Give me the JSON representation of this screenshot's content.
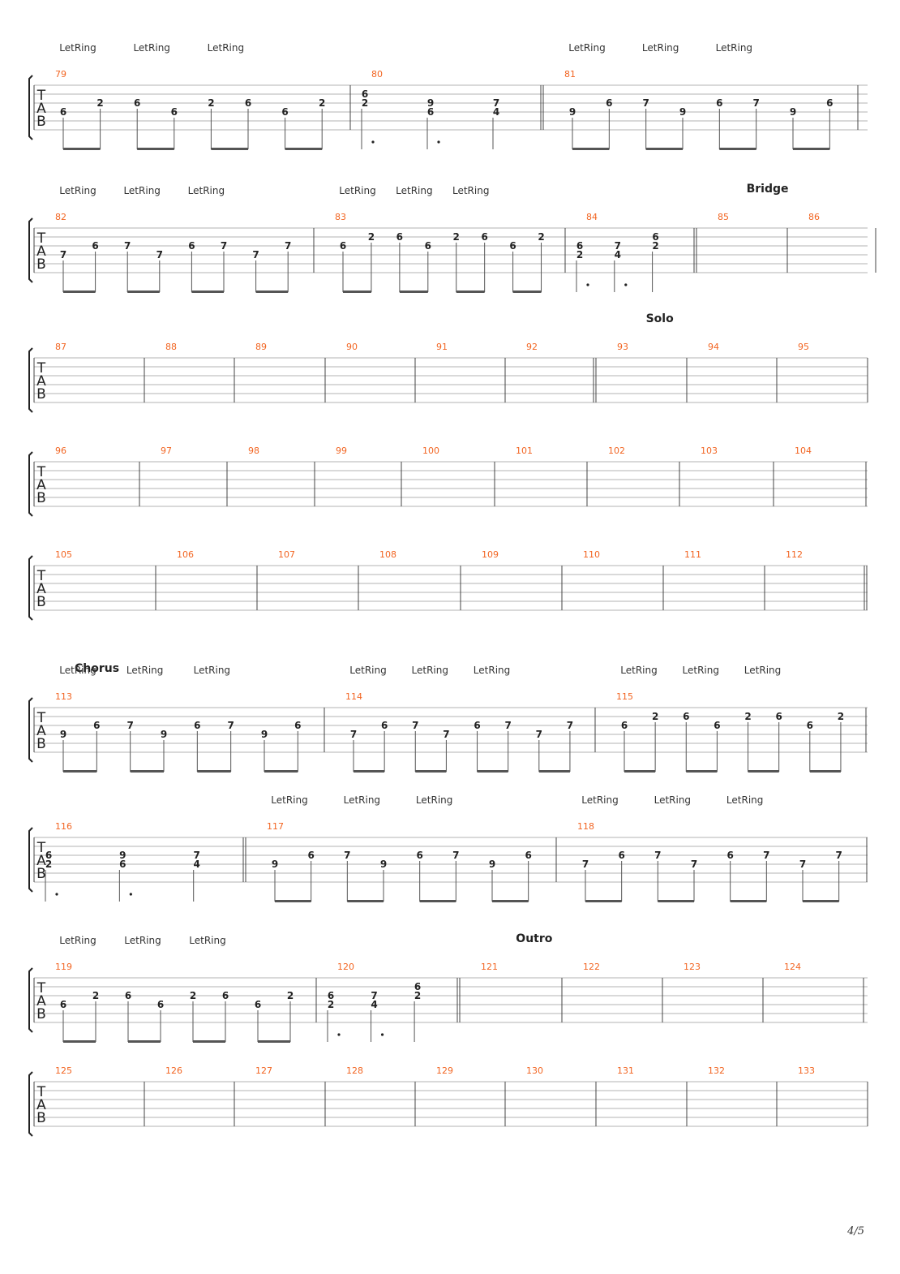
{
  "page": {
    "number": "4/5"
  },
  "tab_label": [
    "T",
    "A",
    "B"
  ],
  "let_ring": "LetRing",
  "colors": {
    "measure_number": "#f26522",
    "note": "#222222",
    "staff_line": "#b3b3b3",
    "barline": "#444444"
  },
  "systems": [
    {
      "markers": [],
      "measures": [
        {
          "n": "79",
          "notes": [
            {
              "s": 4,
              "f": "6",
              "lr": true
            },
            {
              "s": 3,
              "f": "2"
            },
            {
              "s": 3,
              "f": "6",
              "lr": true
            },
            {
              "s": 4,
              "f": "6"
            },
            {
              "s": 3,
              "f": "2",
              "lr": true
            },
            {
              "s": 3,
              "f": "6"
            },
            {
              "s": 4,
              "f": "6"
            },
            {
              "s": 3,
              "f": "2"
            }
          ],
          "beams": [
            [
              0,
              1
            ],
            [
              2,
              3
            ],
            [
              4,
              5
            ],
            [
              6,
              7
            ]
          ]
        },
        {
          "n": "80",
          "chords": [
            {
              "notes": [
                {
                  "s": 2,
                  "f": "6"
                },
                {
                  "s": 3,
                  "f": "2"
                }
              ],
              "dotted": true
            },
            {
              "notes": [
                {
                  "s": 3,
                  "f": "9"
                },
                {
                  "s": 4,
                  "f": "6"
                }
              ],
              "dotted": true
            },
            {
              "notes": [
                {
                  "s": 3,
                  "f": "7"
                },
                {
                  "s": 4,
                  "f": "4"
                }
              ]
            }
          ],
          "end": "double"
        },
        {
          "n": "81",
          "notes": [
            {
              "s": 4,
              "f": "9",
              "lr": true
            },
            {
              "s": 3,
              "f": "6"
            },
            {
              "s": 3,
              "f": "7",
              "lr": true
            },
            {
              "s": 4,
              "f": "9"
            },
            {
              "s": 3,
              "f": "6",
              "lr": true
            },
            {
              "s": 3,
              "f": "7"
            },
            {
              "s": 4,
              "f": "9"
            },
            {
              "s": 3,
              "f": "6"
            }
          ],
          "beams": [
            [
              0,
              1
            ],
            [
              2,
              3
            ],
            [
              4,
              5
            ],
            [
              6,
              7
            ]
          ]
        }
      ]
    },
    {
      "markers": [
        {
          "text": "Bridge",
          "measure": 3
        }
      ],
      "measures": [
        {
          "n": "82",
          "notes": [
            {
              "s": 4,
              "f": "7",
              "lr": true
            },
            {
              "s": 3,
              "f": "6"
            },
            {
              "s": 3,
              "f": "7",
              "lr": true
            },
            {
              "s": 4,
              "f": "7"
            },
            {
              "s": 3,
              "f": "6",
              "lr": true
            },
            {
              "s": 3,
              "f": "7"
            },
            {
              "s": 4,
              "f": "7"
            },
            {
              "s": 3,
              "f": "7"
            }
          ],
          "beams": [
            [
              0,
              1
            ],
            [
              2,
              3
            ],
            [
              4,
              5
            ],
            [
              6,
              7
            ]
          ]
        },
        {
          "n": "83",
          "notes": [
            {
              "s": 3,
              "f": "6",
              "lr": true
            },
            {
              "s": 2,
              "f": "2"
            },
            {
              "s": 2,
              "f": "6",
              "lr": true
            },
            {
              "s": 3,
              "f": "6"
            },
            {
              "s": 2,
              "f": "2",
              "lr": true
            },
            {
              "s": 2,
              "f": "6"
            },
            {
              "s": 3,
              "f": "6"
            },
            {
              "s": 2,
              "f": "2"
            }
          ],
          "beams": [
            [
              0,
              1
            ],
            [
              2,
              3
            ],
            [
              4,
              5
            ],
            [
              6,
              7
            ]
          ]
        },
        {
          "n": "84",
          "chords": [
            {
              "notes": [
                {
                  "s": 3,
                  "f": "6"
                },
                {
                  "s": 4,
                  "f": "2"
                }
              ],
              "dotted": true
            },
            {
              "notes": [
                {
                  "s": 3,
                  "f": "7"
                },
                {
                  "s": 4,
                  "f": "4"
                }
              ],
              "dotted": true
            },
            {
              "notes": [
                {
                  "s": 2,
                  "f": "6"
                },
                {
                  "s": 3,
                  "f": "2"
                }
              ]
            }
          ],
          "end": "double"
        },
        {
          "n": "85",
          "notes": []
        },
        {
          "n": "86",
          "notes": []
        }
      ]
    },
    {
      "markers": [
        {
          "text": "Solo",
          "measure": 6
        }
      ],
      "measures": [
        {
          "n": "87",
          "notes": []
        },
        {
          "n": "88",
          "notes": []
        },
        {
          "n": "89",
          "notes": []
        },
        {
          "n": "90",
          "notes": []
        },
        {
          "n": "91",
          "notes": []
        },
        {
          "n": "92",
          "notes": [],
          "end": "double"
        },
        {
          "n": "93",
          "notes": []
        },
        {
          "n": "94",
          "notes": []
        },
        {
          "n": "95",
          "notes": []
        }
      ]
    },
    {
      "markers": [],
      "measures": [
        {
          "n": "96",
          "notes": []
        },
        {
          "n": "97",
          "notes": []
        },
        {
          "n": "98",
          "notes": []
        },
        {
          "n": "99",
          "notes": []
        },
        {
          "n": "100",
          "notes": []
        },
        {
          "n": "101",
          "notes": []
        },
        {
          "n": "102",
          "notes": []
        },
        {
          "n": "103",
          "notes": []
        },
        {
          "n": "104",
          "notes": []
        }
      ]
    },
    {
      "markers": [],
      "measures": [
        {
          "n": "105",
          "notes": []
        },
        {
          "n": "106",
          "notes": []
        },
        {
          "n": "107",
          "notes": []
        },
        {
          "n": "108",
          "notes": []
        },
        {
          "n": "109",
          "notes": []
        },
        {
          "n": "110",
          "notes": []
        },
        {
          "n": "111",
          "notes": []
        },
        {
          "n": "112",
          "notes": [],
          "end": "double"
        }
      ]
    },
    {
      "markers": [
        {
          "text": "Chorus",
          "measure": 0
        }
      ],
      "measures": [
        {
          "n": "113",
          "notes": [
            {
              "s": 4,
              "f": "9",
              "lr": true
            },
            {
              "s": 3,
              "f": "6"
            },
            {
              "s": 3,
              "f": "7",
              "lr": true
            },
            {
              "s": 4,
              "f": "9"
            },
            {
              "s": 3,
              "f": "6",
              "lr": true
            },
            {
              "s": 3,
              "f": "7"
            },
            {
              "s": 4,
              "f": "9"
            },
            {
              "s": 3,
              "f": "6"
            }
          ],
          "beams": [
            [
              0,
              1
            ],
            [
              2,
              3
            ],
            [
              4,
              5
            ],
            [
              6,
              7
            ]
          ]
        },
        {
          "n": "114",
          "notes": [
            {
              "s": 4,
              "f": "7",
              "lr": true
            },
            {
              "s": 3,
              "f": "6"
            },
            {
              "s": 3,
              "f": "7",
              "lr": true
            },
            {
              "s": 4,
              "f": "7"
            },
            {
              "s": 3,
              "f": "6",
              "lr": true
            },
            {
              "s": 3,
              "f": "7"
            },
            {
              "s": 4,
              "f": "7"
            },
            {
              "s": 3,
              "f": "7"
            }
          ],
          "beams": [
            [
              0,
              1
            ],
            [
              2,
              3
            ],
            [
              4,
              5
            ],
            [
              6,
              7
            ]
          ]
        },
        {
          "n": "115",
          "notes": [
            {
              "s": 3,
              "f": "6",
              "lr": true
            },
            {
              "s": 2,
              "f": "2"
            },
            {
              "s": 2,
              "f": "6",
              "lr": true
            },
            {
              "s": 3,
              "f": "6"
            },
            {
              "s": 2,
              "f": "2",
              "lr": true
            },
            {
              "s": 2,
              "f": "6"
            },
            {
              "s": 3,
              "f": "6"
            },
            {
              "s": 2,
              "f": "2"
            }
          ],
          "beams": [
            [
              0,
              1
            ],
            [
              2,
              3
            ],
            [
              4,
              5
            ],
            [
              6,
              7
            ]
          ]
        }
      ]
    },
    {
      "markers": [],
      "measures": [
        {
          "n": "116",
          "chords": [
            {
              "notes": [
                {
                  "s": 3,
                  "f": "6"
                },
                {
                  "s": 4,
                  "f": "2"
                }
              ],
              "dotted": true
            },
            {
              "notes": [
                {
                  "s": 3,
                  "f": "9"
                },
                {
                  "s": 4,
                  "f": "6"
                }
              ],
              "dotted": true
            },
            {
              "notes": [
                {
                  "s": 3,
                  "f": "7"
                },
                {
                  "s": 4,
                  "f": "4"
                }
              ]
            }
          ],
          "end": "double"
        },
        {
          "n": "117",
          "notes": [
            {
              "s": 4,
              "f": "9",
              "lr": true
            },
            {
              "s": 3,
              "f": "6"
            },
            {
              "s": 3,
              "f": "7",
              "lr": true
            },
            {
              "s": 4,
              "f": "9"
            },
            {
              "s": 3,
              "f": "6",
              "lr": true
            },
            {
              "s": 3,
              "f": "7"
            },
            {
              "s": 4,
              "f": "9"
            },
            {
              "s": 3,
              "f": "6"
            }
          ],
          "beams": [
            [
              0,
              1
            ],
            [
              2,
              3
            ],
            [
              4,
              5
            ],
            [
              6,
              7
            ]
          ]
        },
        {
          "n": "118",
          "notes": [
            {
              "s": 4,
              "f": "7",
              "lr": true
            },
            {
              "s": 3,
              "f": "6"
            },
            {
              "s": 3,
              "f": "7",
              "lr": true
            },
            {
              "s": 4,
              "f": "7"
            },
            {
              "s": 3,
              "f": "6",
              "lr": true
            },
            {
              "s": 3,
              "f": "7"
            },
            {
              "s": 4,
              "f": "7"
            },
            {
              "s": 3,
              "f": "7"
            }
          ],
          "beams": [
            [
              0,
              1
            ],
            [
              2,
              3
            ],
            [
              4,
              5
            ],
            [
              6,
              7
            ]
          ]
        }
      ]
    },
    {
      "markers": [
        {
          "text": "Outro",
          "measure": 2
        }
      ],
      "measures": [
        {
          "n": "119",
          "notes": [
            {
              "s": 4,
              "f": "6",
              "lr": true
            },
            {
              "s": 3,
              "f": "2"
            },
            {
              "s": 3,
              "f": "6",
              "lr": true
            },
            {
              "s": 4,
              "f": "6"
            },
            {
              "s": 3,
              "f": "2",
              "lr": true
            },
            {
              "s": 3,
              "f": "6"
            },
            {
              "s": 4,
              "f": "6"
            },
            {
              "s": 3,
              "f": "2"
            }
          ],
          "beams": [
            [
              0,
              1
            ],
            [
              2,
              3
            ],
            [
              4,
              5
            ],
            [
              6,
              7
            ]
          ]
        },
        {
          "n": "120",
          "chords": [
            {
              "notes": [
                {
                  "s": 3,
                  "f": "6"
                },
                {
                  "s": 4,
                  "f": "2"
                }
              ],
              "dotted": true
            },
            {
              "notes": [
                {
                  "s": 3,
                  "f": "7"
                },
                {
                  "s": 4,
                  "f": "4"
                }
              ],
              "dotted": true
            },
            {
              "notes": [
                {
                  "s": 2,
                  "f": "6"
                },
                {
                  "s": 3,
                  "f": "2"
                }
              ]
            }
          ],
          "end": "double"
        },
        {
          "n": "121",
          "notes": []
        },
        {
          "n": "122",
          "notes": []
        },
        {
          "n": "123",
          "notes": []
        },
        {
          "n": "124",
          "notes": []
        }
      ]
    },
    {
      "markers": [],
      "measures": [
        {
          "n": "125",
          "notes": []
        },
        {
          "n": "126",
          "notes": []
        },
        {
          "n": "127",
          "notes": []
        },
        {
          "n": "128",
          "notes": []
        },
        {
          "n": "129",
          "notes": []
        },
        {
          "n": "130",
          "notes": []
        },
        {
          "n": "131",
          "notes": []
        },
        {
          "n": "132",
          "notes": []
        },
        {
          "n": "133",
          "notes": []
        }
      ]
    }
  ]
}
